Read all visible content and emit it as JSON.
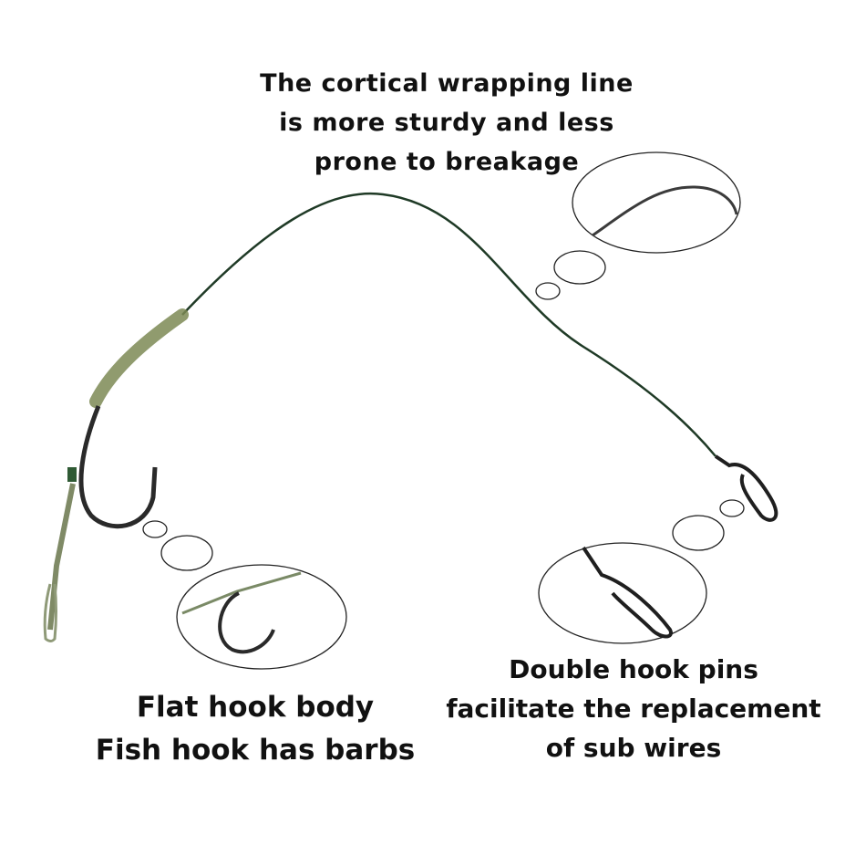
{
  "captions": {
    "top": [
      "The cortical wrapping line",
      "is more sturdy and less",
      "prone to breakage"
    ],
    "left": [
      "Flat hook body",
      "Fish hook has barbs"
    ],
    "right": [
      "Double hook pins",
      "facilitate the replacement",
      "of sub wires"
    ]
  },
  "colors": {
    "line": "#1f3a26",
    "tube": "#7d8a55",
    "hook": "#2a2a2a",
    "callout": "#222222"
  }
}
